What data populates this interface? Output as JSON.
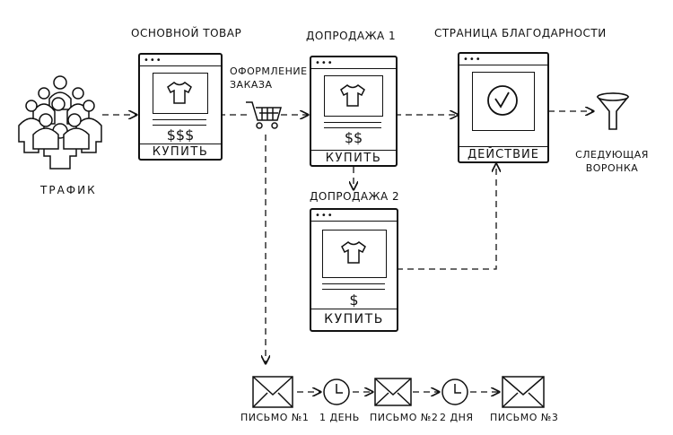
{
  "nodes": {
    "traffic": "ТРАФИК",
    "main_product": {
      "title": "ОСНОВНОЙ ТОВАР",
      "price": "$$$",
      "button": "КУПИТЬ"
    },
    "checkout": "ОФОРМЛЕНИЕ\nЗАКАЗА",
    "upsell1": {
      "title": "ДОПРОДАЖА 1",
      "price": "$$",
      "button": "КУПИТЬ"
    },
    "upsell2": {
      "title": "ДОПРОДАЖА 2",
      "price": "$",
      "button": "КУПИТЬ"
    },
    "thankyou": {
      "title": "СТРАНИЦА БЛАГОДАРНОСТИ",
      "button": "ДЕЙСТВИЕ"
    },
    "next_funnel": "СЛЕДУЮЩАЯ\nВОРОНКА"
  },
  "email_sequence": {
    "email1": "ПИСЬМО №1",
    "delay1": "1 ДЕНЬ",
    "email2": "ПИСЬМО №2",
    "delay2": "2 ДНЯ",
    "email3": "ПИСЬМО №3"
  },
  "icons": {
    "traffic": "people-group-icon",
    "product": "tshirt-icon",
    "checkout": "shopping-cart-icon",
    "thankyou": "checkmark-circle-icon",
    "funnel": "funnel-icon",
    "email": "envelope-icon",
    "delay": "clock-icon"
  }
}
